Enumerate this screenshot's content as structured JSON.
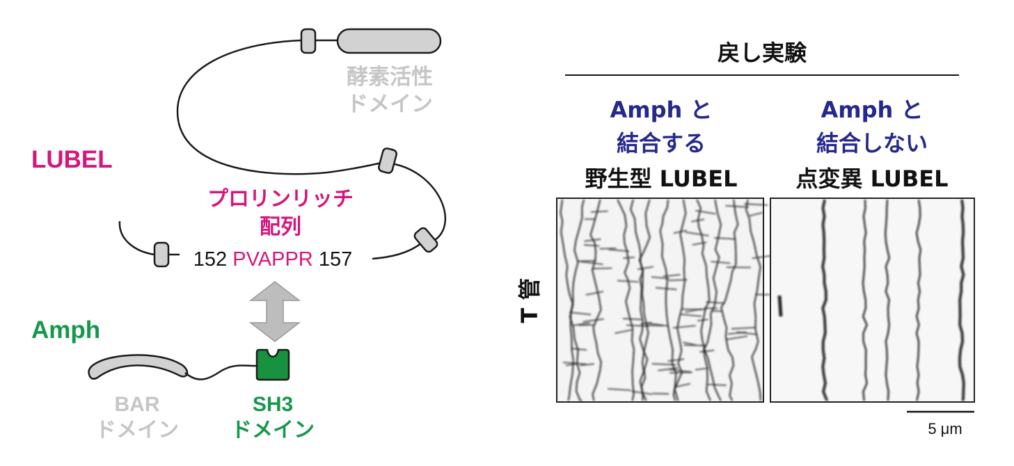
{
  "colors": {
    "lubel": "#d6157c",
    "amph": "#15984a",
    "gray_text": "#c6c6c6",
    "blue": "#25288c",
    "domain_fill": "#d2d2d2",
    "sh3_fill": "#18923f"
  },
  "left": {
    "lubel_label": "LUBEL",
    "enzyme_domain": [
      "酵素活性",
      "ドメイン"
    ],
    "proline_rich": [
      "プロリンリッチ",
      "配列"
    ],
    "seq_start": "152",
    "seq": "PVAPPR",
    "seq_end": "157",
    "amph_label": "Amph",
    "bar_domain": [
      "BAR",
      "ドメイン"
    ],
    "sh3_domain": [
      "SH3",
      "ドメイン"
    ]
  },
  "right": {
    "title": "戻し実験",
    "col1": [
      "Amph と",
      "結合する",
      "野生型 LUBEL"
    ],
    "col2": [
      "Amph と",
      "結合しない",
      "点変異 LUBEL"
    ],
    "row_label": "T 管",
    "scale_bar": "5 μm"
  }
}
